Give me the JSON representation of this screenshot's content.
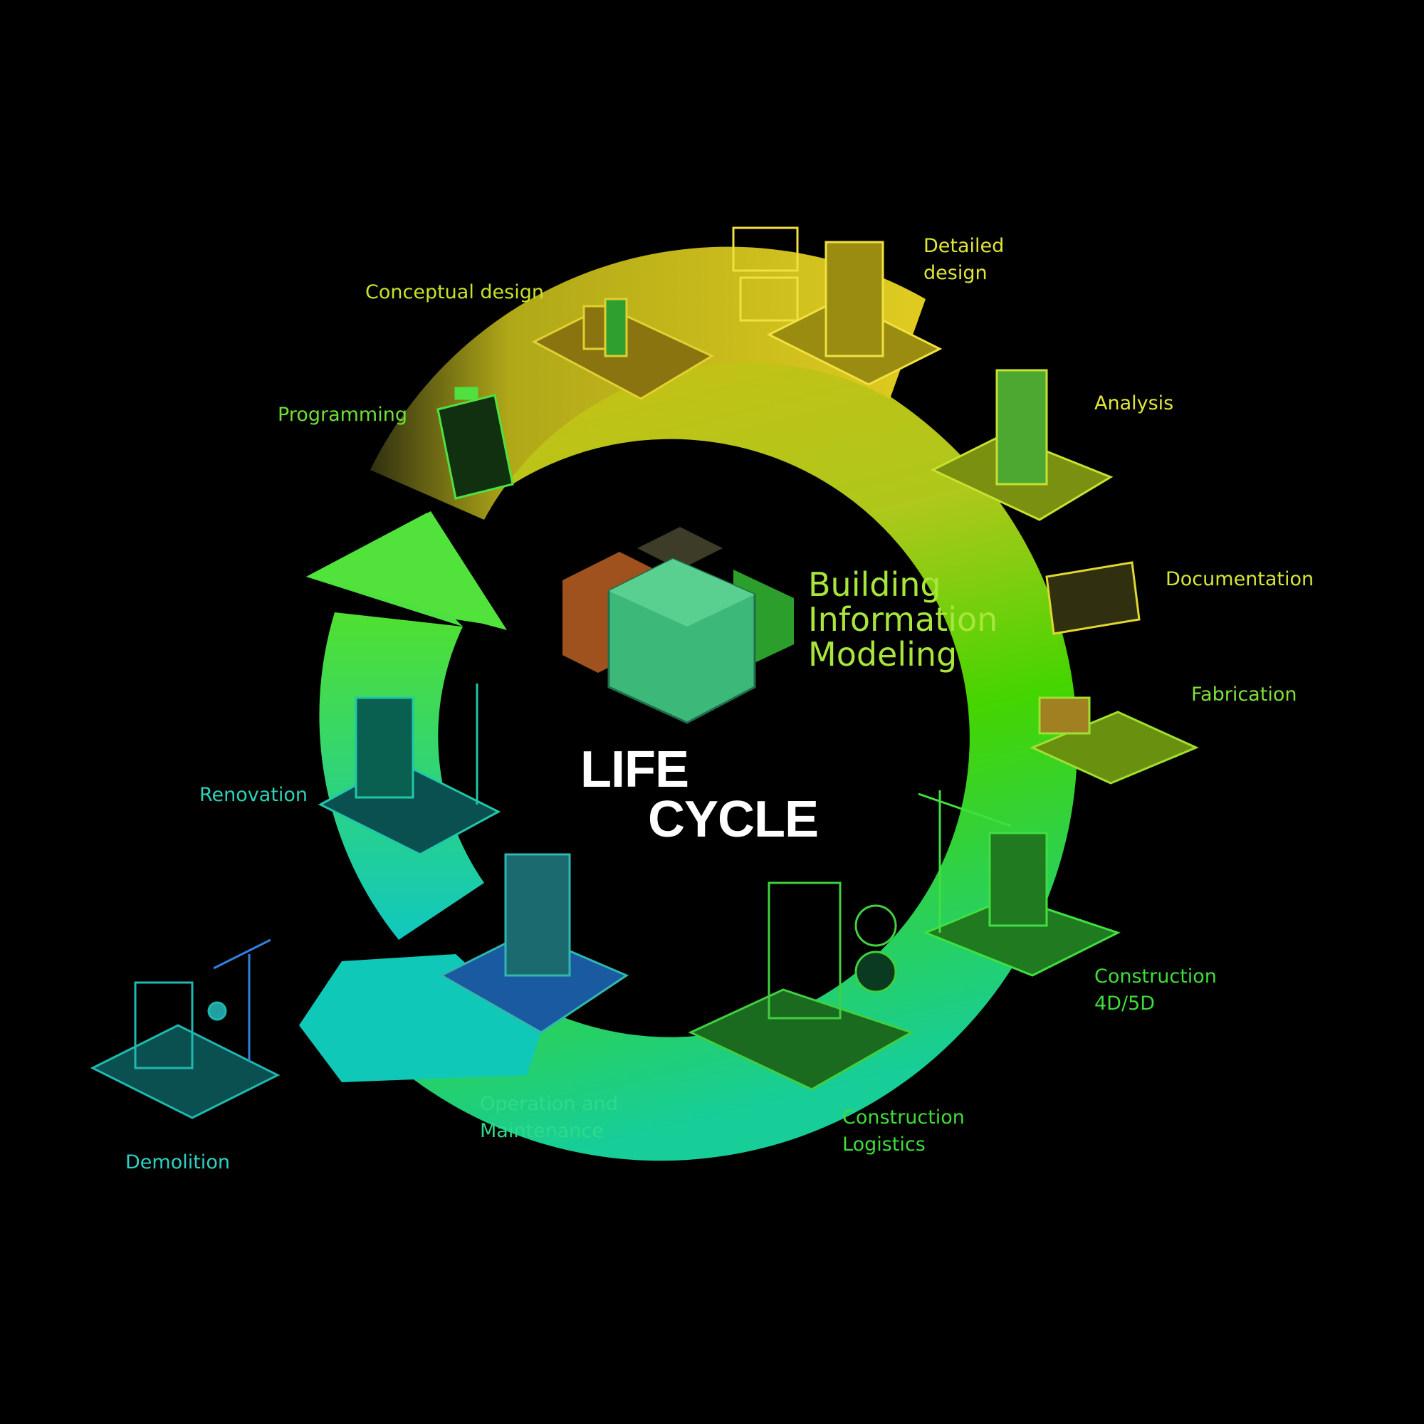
{
  "center": {
    "bim_lines": [
      "Building",
      "Information",
      "Modeling"
    ],
    "life": "LIFE",
    "cycle": "CYCLE"
  },
  "stages": [
    {
      "id": "conceptual-design",
      "lines": [
        "Conceptual design"
      ],
      "color": "#c8e22a"
    },
    {
      "id": "detailed-design",
      "lines": [
        "Detailed",
        "design"
      ],
      "color": "#e0e63a"
    },
    {
      "id": "analysis",
      "lines": [
        "Analysis"
      ],
      "color": "#e0e63a"
    },
    {
      "id": "documentation",
      "lines": [
        "Documentation"
      ],
      "color": "#d6e63a"
    },
    {
      "id": "fabrication",
      "lines": [
        "Fabrication"
      ],
      "color": "#7fe03a"
    },
    {
      "id": "construction-4d-5d",
      "lines": [
        "Construction",
        "4D/5D"
      ],
      "color": "#3fdc3a"
    },
    {
      "id": "construction-logistics",
      "lines": [
        "Construction",
        "Logistics"
      ],
      "color": "#3fdc3a"
    },
    {
      "id": "operation-and-maintenance",
      "lines": [
        "Operation and",
        "Maintenance"
      ],
      "color": "#2fd98a"
    },
    {
      "id": "demolition",
      "lines": [
        "Demolition"
      ],
      "color": "#2fd0c4"
    },
    {
      "id": "renovation",
      "lines": [
        "Renovation"
      ],
      "color": "#2fd0b8"
    },
    {
      "id": "programming",
      "lines": [
        "Programming"
      ],
      "color": "#6ee03a"
    }
  ],
  "colors": {
    "background": "#000000",
    "ring_top": "#d8c814",
    "ring_right": "#48e000",
    "ring_bottom": "#18d8a0",
    "ring_left": "#20d4c0",
    "cube_brown": "#a0521e",
    "cube_dark": "#3c3c28",
    "cube_green": "#2c9e2c",
    "cube_teal": "#3cb878"
  }
}
